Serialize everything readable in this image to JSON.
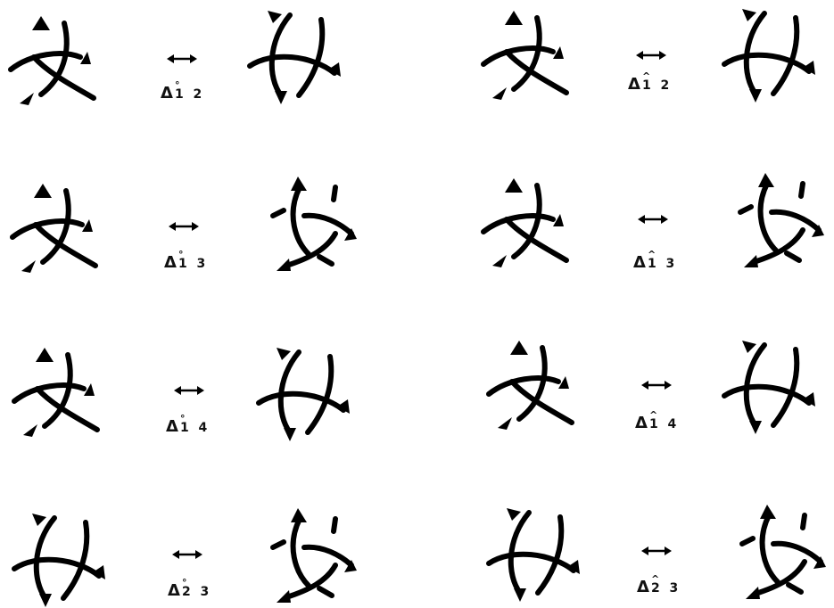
{
  "relations": [
    {
      "id": "r1",
      "symbol": "↔",
      "delta": "Δ",
      "indices": "1 2",
      "accent": "°"
    },
    {
      "id": "r2",
      "symbol": "↔",
      "delta": "Δ",
      "indices": "1 3",
      "accent": "°"
    },
    {
      "id": "r3",
      "symbol": "↔",
      "delta": "Δ",
      "indices": "1 4",
      "accent": "°"
    },
    {
      "id": "r4",
      "symbol": "↔",
      "delta": "Δ",
      "indices": "2 3",
      "accent": "°"
    },
    {
      "id": "r5",
      "symbol": "↔",
      "delta": "Δ",
      "indices": "1 2",
      "accent": "^"
    },
    {
      "id": "r6",
      "symbol": "↔",
      "delta": "Δ",
      "indices": "1 3",
      "accent": "^"
    },
    {
      "id": "r7",
      "symbol": "↔",
      "delta": "Δ",
      "indices": "1 4",
      "accent": "^"
    },
    {
      "id": "r8",
      "symbol": "↔",
      "delta": "Δ",
      "indices": "2 3",
      "accent": "^"
    }
  ]
}
